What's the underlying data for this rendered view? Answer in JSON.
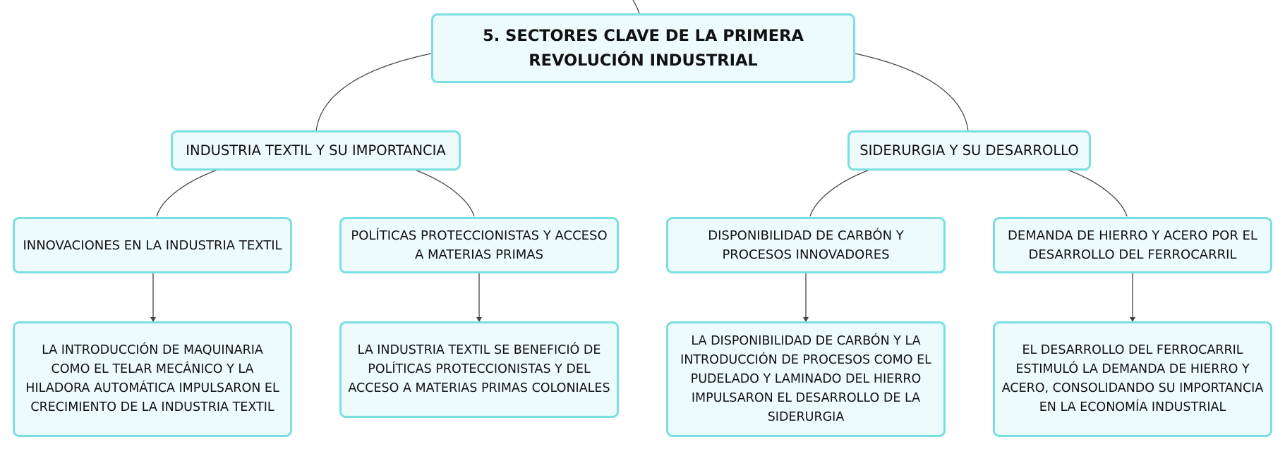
{
  "root": {
    "title": "5. SECTORES CLAVE DE LA PRIMERA REVOLUCIÓN INDUSTRIAL"
  },
  "branches": [
    {
      "label": "INDUSTRIA TEXTIL Y SU IMPORTANCIA",
      "children": [
        {
          "label": "INNOVACIONES EN LA INDUSTRIA TEXTIL",
          "detail": "LA INTRODUCCIÓN DE MAQUINARIA COMO EL TELAR MECÁNICO Y LA HILADORA AUTOMÁTICA IMPULSARON EL CRECIMIENTO DE LA INDUSTRIA TEXTIL"
        },
        {
          "label": "POLÍTICAS PROTECCIONISTAS Y ACCESO A MATERIAS PRIMAS",
          "detail": "LA INDUSTRIA TEXTIL SE BENEFICIÓ DE POLÍTICAS PROTECCIONISTAS Y DEL ACCESO A MATERIAS PRIMAS COLONIALES"
        }
      ]
    },
    {
      "label": "SIDERURGIA Y SU DESARROLLO",
      "children": [
        {
          "label": "DISPONIBILIDAD DE CARBÓN Y PROCESOS INNOVADORES",
          "detail": "LA DISPONIBILIDAD DE CARBÓN Y LA INTRODUCCIÓN DE PROCESOS COMO EL PUDELADO Y LAMINADO DEL HIERRO IMPULSARON EL DESARROLLO DE LA SIDERURGIA"
        },
        {
          "label": "DEMANDA DE HIERRO Y ACERO POR EL DESARROLLO DEL FERROCARRIL",
          "detail": "EL DESARROLLO DEL FERROCARRIL ESTIMULÓ LA DEMANDA DE HIERRO Y ACERO, CONSOLIDANDO SU IMPORTANCIA EN LA ECONOMÍA INDUSTRIAL"
        }
      ]
    }
  ]
}
